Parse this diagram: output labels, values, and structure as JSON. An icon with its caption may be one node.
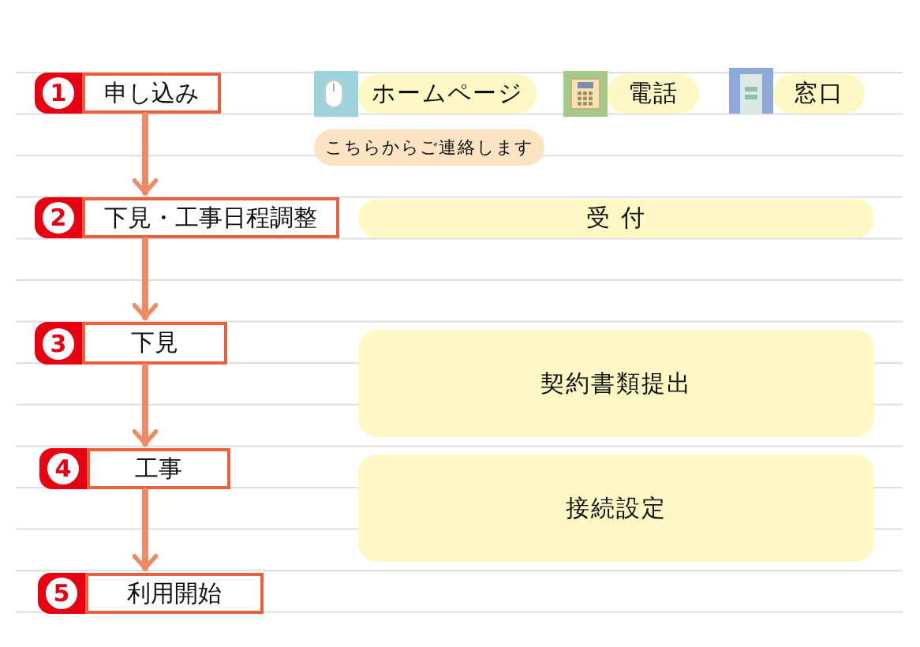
{
  "diagram": {
    "nodes": [
      {
        "text": [
          "1",
          "申し込み"
        ]
      },
      {
        "text": [
          "ホームページ"
        ]
      },
      {
        "text": [
          "電話"
        ]
      },
      {
        "text": [
          "窓口"
        ]
      },
      {
        "text": [
          "こちらからご連絡します"
        ]
      },
      {
        "text": [
          "2",
          "下見・工事日程調整"
        ]
      },
      {
        "text": [
          "受 付"
        ]
      },
      {
        "text": [
          "3",
          "下見"
        ]
      },
      {
        "text": [
          "契約書類提出"
        ]
      },
      {
        "text": [
          "4",
          "工事"
        ]
      },
      {
        "text": [
          "接続設定"
        ]
      },
      {
        "text": [
          "5",
          "利用開始"
        ]
      }
    ],
    "edges": [
      {
        "from": 0,
        "to": 5,
        "arrow": "to"
      },
      {
        "from": 5,
        "to": 7,
        "arrow": "to"
      },
      {
        "from": 7,
        "to": 9,
        "arrow": "to"
      },
      {
        "from": 9,
        "to": 11,
        "arrow": "to"
      }
    ]
  }
}
